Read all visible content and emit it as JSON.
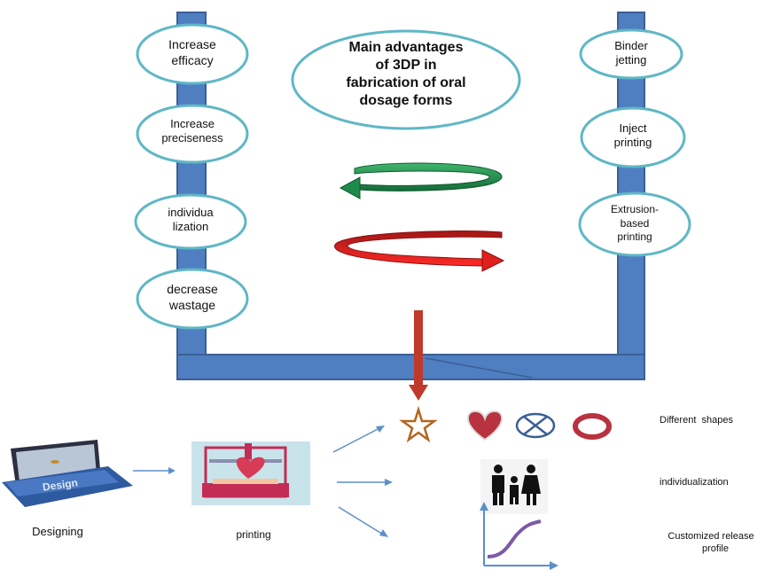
{
  "title": {
    "lines": [
      "Main advantages",
      "of 3DP in",
      "fabrication of oral",
      "dosage forms"
    ]
  },
  "advantages": [
    {
      "lines": [
        "Increase",
        "efficacy"
      ]
    },
    {
      "lines": [
        "Increase",
        "preciseness"
      ]
    },
    {
      "lines": [
        "individua",
        "lization"
      ]
    },
    {
      "lines": [
        "decrease",
        "wastage"
      ]
    }
  ],
  "methods": [
    {
      "lines": [
        "Binder",
        "jetting"
      ]
    },
    {
      "lines": [
        "Inject",
        "printing"
      ]
    },
    {
      "lines": [
        "Extrusion-",
        "based",
        "printing"
      ]
    }
  ],
  "process": {
    "designing": "Designing",
    "printing": "printing",
    "laptop_label": "Design"
  },
  "outcomes": {
    "shapes": "Different  shapes",
    "individualization": "individualization",
    "release": [
      "Customized release",
      "profile"
    ]
  },
  "colors": {
    "pillar": "#4f7fc1",
    "pillar_edge": "#3b5f95",
    "ellipse_stroke": "#5fb7c6",
    "green_arrow": "#1e8a4c",
    "red_arrow": "#e0201e",
    "down_arrow": "#c0392b",
    "blue_arrow": "#5b8fc9",
    "heart": "#b8323f",
    "star": "#b5651d",
    "curve": "#7b5aa6"
  }
}
